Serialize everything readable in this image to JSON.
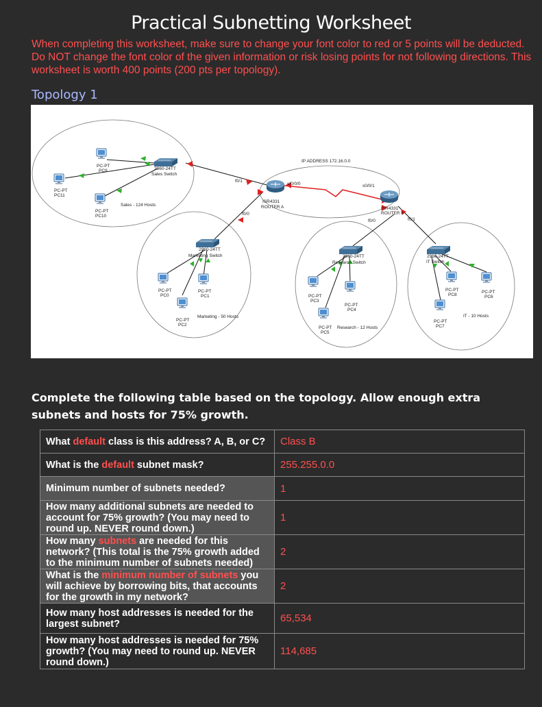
{
  "title": "Practical Subnetting Worksheet",
  "instructions": "When completing this worksheet, make sure to change your font color to red or 5 points will be deducted. Do NOT change the font color of the given information or risk losing points for not following directions. This worksheet is worth 400 points (200 pts per topology).",
  "topology_heading": "Topology 1",
  "diagram": {
    "ip_label": "IP ADDRESS 172.16.0.0",
    "router_a": {
      "model": "ISR4331",
      "name": "ROUTER A"
    },
    "router_b": {
      "model": "ISR4331",
      "name": "ROUTER B"
    },
    "ports": {
      "a_f01": "f0/1",
      "a_f00": "f0/0",
      "a_s000": "s/0/0/0",
      "b_s001": "s0/0/1",
      "b_f00": "f0/0",
      "b_f01": "f0/1"
    },
    "switches": {
      "sales": {
        "model": "2960-24TT",
        "name": "Sales Switch"
      },
      "marketing": {
        "model": "2960-24TT",
        "name": "Marketing Switch"
      },
      "research": {
        "model": "2960-24TT",
        "name": "Research Switch"
      },
      "it": {
        "model": "2960-24TT",
        "name": "IT Switch"
      }
    },
    "device_type": "PC-PT",
    "pcs": [
      "PC9",
      "PC11",
      "PC10",
      "PC0",
      "PC1",
      "PC2",
      "PC3",
      "PC4",
      "PC5",
      "PC8",
      "PC6",
      "PC7"
    ],
    "lans": {
      "sales": "Sales - 124 Hosts",
      "marketing": "Marketing - 50 Hosts",
      "research": "Research - 12 Hosts",
      "it": "IT - 10 Hosts"
    }
  },
  "table_instruction": "Complete the following table based on the topology. Allow enough extra subnets and hosts for 75% growth.",
  "rows": [
    {
      "q_pre": "What ",
      "q_red": "default",
      "q_post": " class is this address? A, B, or C?",
      "answer": "Class B"
    },
    {
      "q_pre": "What is the ",
      "q_red": "default",
      "q_post": " subnet mask?",
      "answer": "255.255.0.0"
    },
    {
      "q_pre": "Minimum number of subnets needed?",
      "q_red": "",
      "q_post": "",
      "answer": "1"
    },
    {
      "q_pre": "How many additional subnets are needed to account for 75% growth? (You may need to round up. NEVER round down.)",
      "q_red": "",
      "q_post": "",
      "answer": "1"
    },
    {
      "q_pre": "How many ",
      "q_red": "subnets",
      "q_post": " are needed for this network? (This total is the 75% growth added to the minimum number of subnets needed)",
      "answer": "2"
    },
    {
      "q_pre": "What is the ",
      "q_red": "minimum number of subnets",
      "q_post": " you will achieve by borrowing bits, that accounts for the growth in my network?",
      "answer": "2"
    },
    {
      "q_pre": "How many host addresses is needed for the largest subnet?",
      "q_red": "",
      "q_post": "",
      "answer": "65,534"
    },
    {
      "q_pre": "How many host addresses is needed for 75% growth? (You may need to round up. NEVER round down.)",
      "q_red": "",
      "q_post": "",
      "answer": "114,685"
    }
  ]
}
